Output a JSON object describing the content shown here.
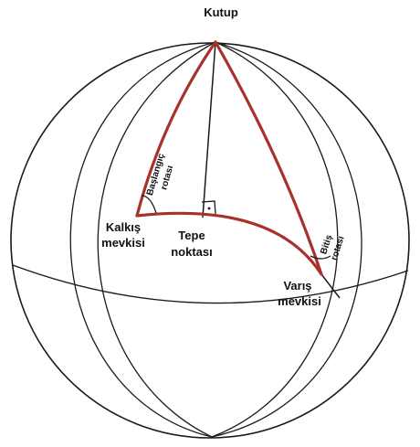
{
  "labels": {
    "pole": "Kutup",
    "departure_line1": "Kalkış",
    "departure_line2": "mevkisi",
    "vertex_line1": "Tepe",
    "vertex_line2": "noktası",
    "arrival_line1": "Varış",
    "arrival_line2": "mevkisi",
    "initial_course_line1": "Başlangıç",
    "initial_course_line2": "rotası",
    "final_course_line1": "Bitiş",
    "final_course_line2": "rotası"
  },
  "colors": {
    "outline": "#1a1a1a",
    "route": "#a8322a",
    "text": "#111111",
    "background": "#ffffff"
  }
}
